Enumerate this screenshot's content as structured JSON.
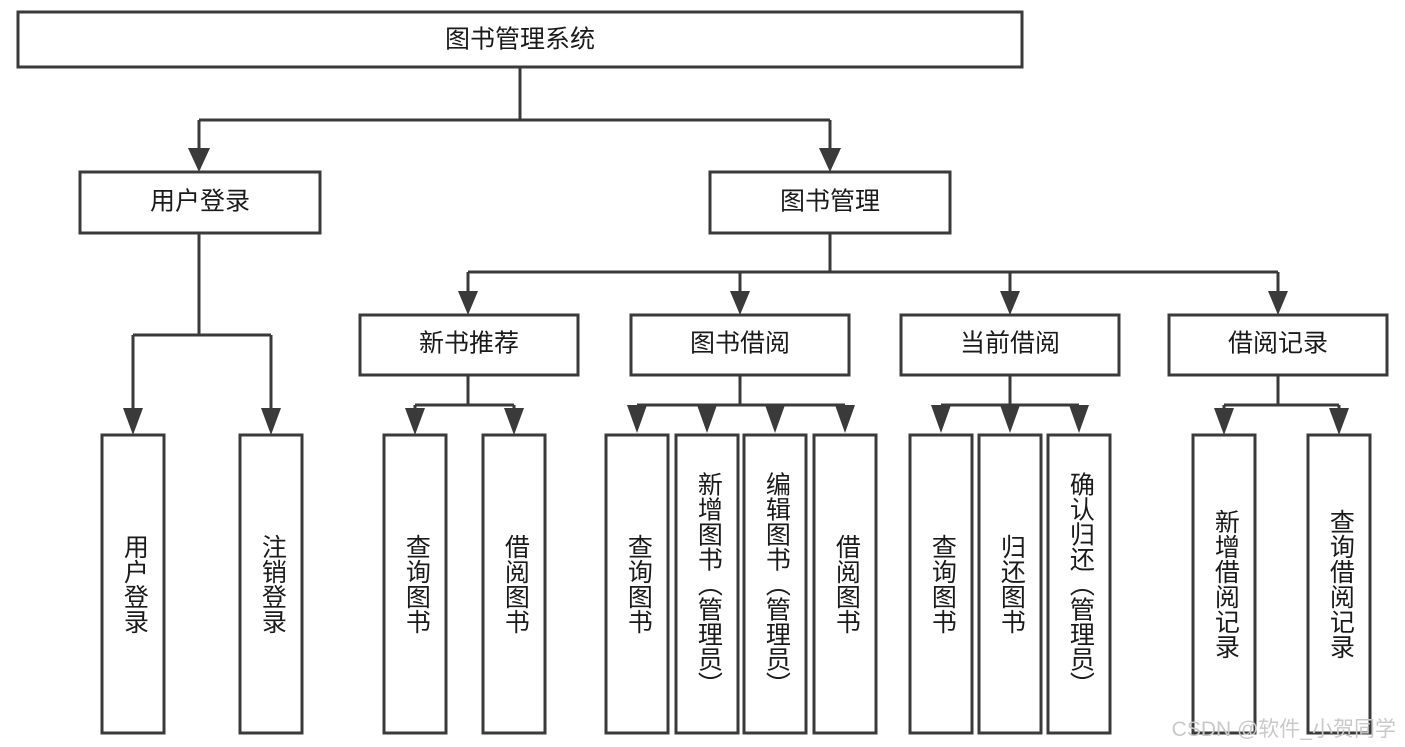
{
  "diagram": {
    "title": "图书管理系统",
    "type": "tree-hierarchy-chart",
    "root": {
      "label": "图书管理系统"
    },
    "level2": [
      {
        "label": "用户登录"
      },
      {
        "label": "图书管理"
      }
    ],
    "level3": [
      {
        "label": "新书推荐"
      },
      {
        "label": "图书借阅"
      },
      {
        "label": "当前借阅"
      },
      {
        "label": "借阅记录"
      }
    ],
    "leaves": {
      "user_login": [
        {
          "label": "用户登录"
        },
        {
          "label": "注销登录"
        }
      ],
      "new_book_recommend": [
        {
          "label": "查询图书"
        },
        {
          "label": "借阅图书"
        }
      ],
      "book_borrow": [
        {
          "label": "查询图书"
        },
        {
          "label": "新增图书（管理员）"
        },
        {
          "label": "编辑图书（管理员）"
        },
        {
          "label": "借阅图书"
        }
      ],
      "current_borrow": [
        {
          "label": "查询图书"
        },
        {
          "label": "归还图书"
        },
        {
          "label": "确认归还（管理员）"
        }
      ],
      "borrow_record": [
        {
          "label": "新增借阅记录"
        },
        {
          "label": "查询借阅记录"
        }
      ]
    }
  },
  "watermark": {
    "text": "CSDN @软件_小贺同学"
  },
  "colors": {
    "box_stroke": "#3a3a3a",
    "box_fill": "#ffffff",
    "text": "#1a1a1a",
    "watermark": "#c9c9c9",
    "background": "#ffffff"
  }
}
